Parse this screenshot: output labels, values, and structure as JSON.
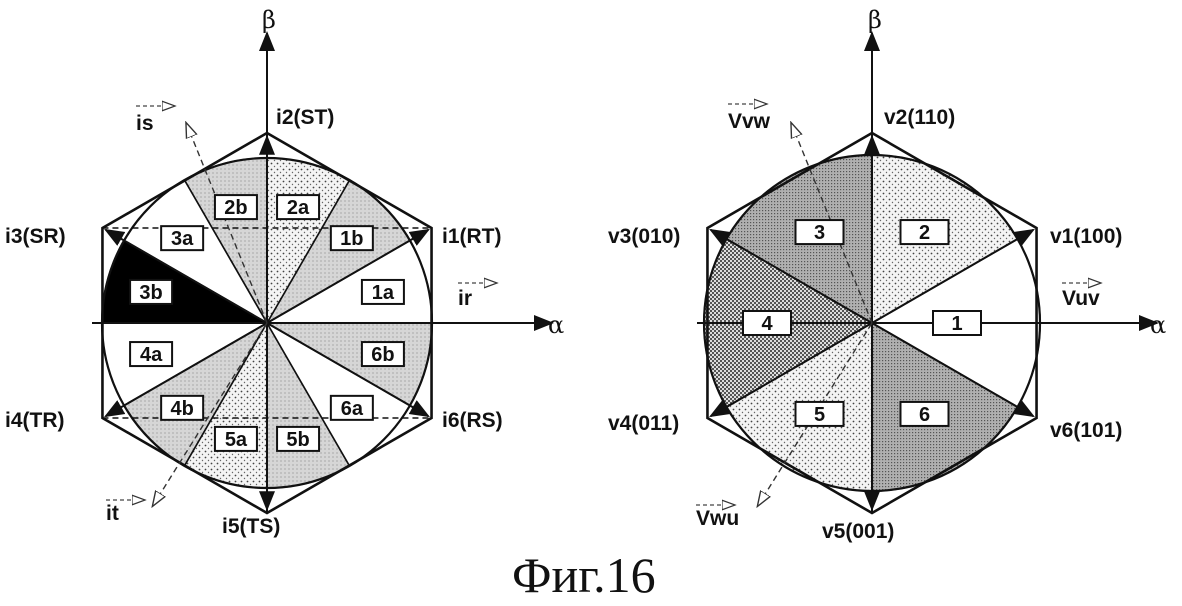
{
  "caption": "Фиг.16",
  "left": {
    "axis_alpha": "α",
    "axis_beta": "β",
    "vectors": [
      "i1(RT)",
      "i2(ST)",
      "i3(SR)",
      "i4(TR)",
      "i5(TS)",
      "i6(RS)"
    ],
    "phase_vectors": [
      "ir",
      "is",
      "it"
    ],
    "sectors": [
      "1a",
      "1b",
      "2a",
      "2b",
      "3a",
      "3b",
      "4a",
      "4b",
      "5a",
      "5b",
      "6a",
      "6b"
    ],
    "sector_fills": [
      "white",
      "gray",
      "dots",
      "gray",
      "white",
      "black",
      "white",
      "gray",
      "dots",
      "gray",
      "white",
      "gray"
    ]
  },
  "right": {
    "axis_alpha": "α",
    "axis_beta": "β",
    "vectors": [
      "v1(100)",
      "v2(110)",
      "v3(010)",
      "v4(011)",
      "v5(001)",
      "v6(101)"
    ],
    "phase_vectors": [
      "Vuv",
      "Vvw",
      "Vwu"
    ],
    "sectors": [
      "1",
      "2",
      "3",
      "4",
      "5",
      "6"
    ],
    "sector_fills": [
      "white",
      "dots",
      "dense",
      "cross",
      "dots",
      "dense"
    ]
  }
}
